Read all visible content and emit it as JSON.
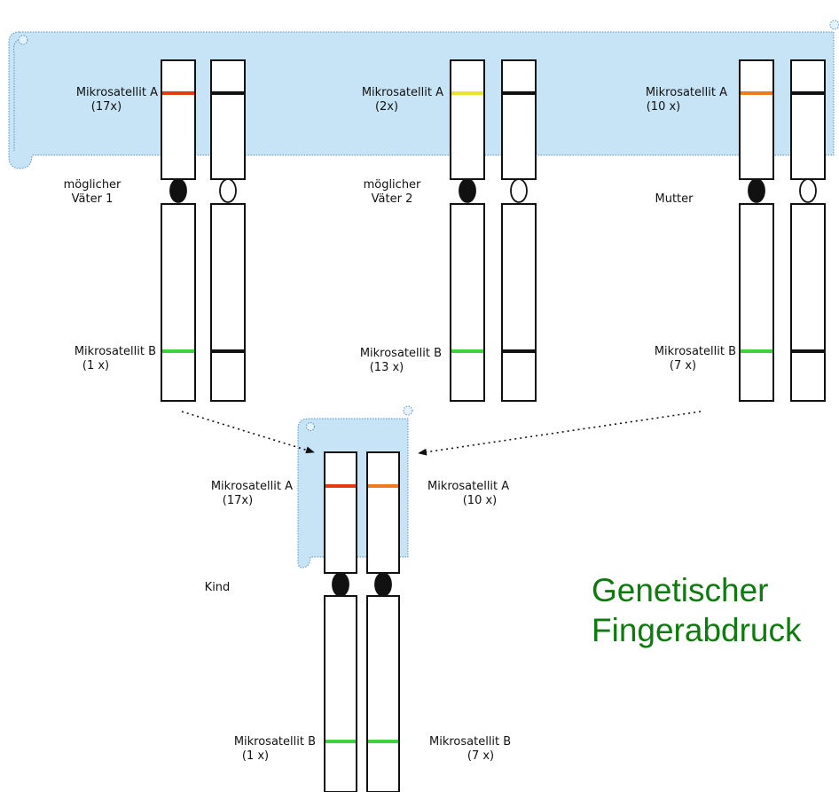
{
  "colors": {
    "scroll_fill": "#c6e4f6",
    "scroll_border": "#5b8fb8",
    "title_green": "#107a10",
    "band_red": "#e63a12",
    "band_orange": "#f07a1e",
    "band_yellow": "#f2e02a",
    "band_green": "#3cd33c",
    "band_black": "#111111"
  },
  "parents": [
    {
      "name": "möglicher Vater 1",
      "name_lines": [
        "möglicher",
        "Väter 1"
      ],
      "msA_label": "Mikrosatellit A",
      "msA_count": "(17x)",
      "msA_band": "red",
      "msB_label": "Mikrosatellit B",
      "msB_count": "(1 x)",
      "msB_band": "green"
    },
    {
      "name": "möglicher Vater 2",
      "name_lines": [
        "möglicher",
        "Väter 2"
      ],
      "msA_label": "Mikrosatellit A",
      "msA_count": "(2x)",
      "msA_band": "yellow",
      "msB_label": "Mikrosatellit B",
      "msB_count": "(13 x)",
      "msB_band": "green"
    },
    {
      "name": "Mutter",
      "name_lines": [
        "Mutter"
      ],
      "msA_label": "Mikrosatellit A",
      "msA_count": "(10 x)",
      "msA_band": "orange",
      "msB_label": "Mikrosatellit B",
      "msB_count": "(7 x)",
      "msB_band": "green"
    }
  ],
  "child": {
    "name": "Kind",
    "left_msA_label": "Mikrosatellit A",
    "left_msA_count": "(17x)",
    "right_msA_label": "Mikrosatellit A",
    "right_msA_count": "(10 x)",
    "left_msB_label": "Mikrosatellit B",
    "left_msB_count": "(1 x)",
    "right_msB_label": "Mikrosatellit B",
    "right_msB_count": "(7 x)"
  },
  "title_lines": [
    "Genetischer",
    "Fingerabdruck"
  ]
}
